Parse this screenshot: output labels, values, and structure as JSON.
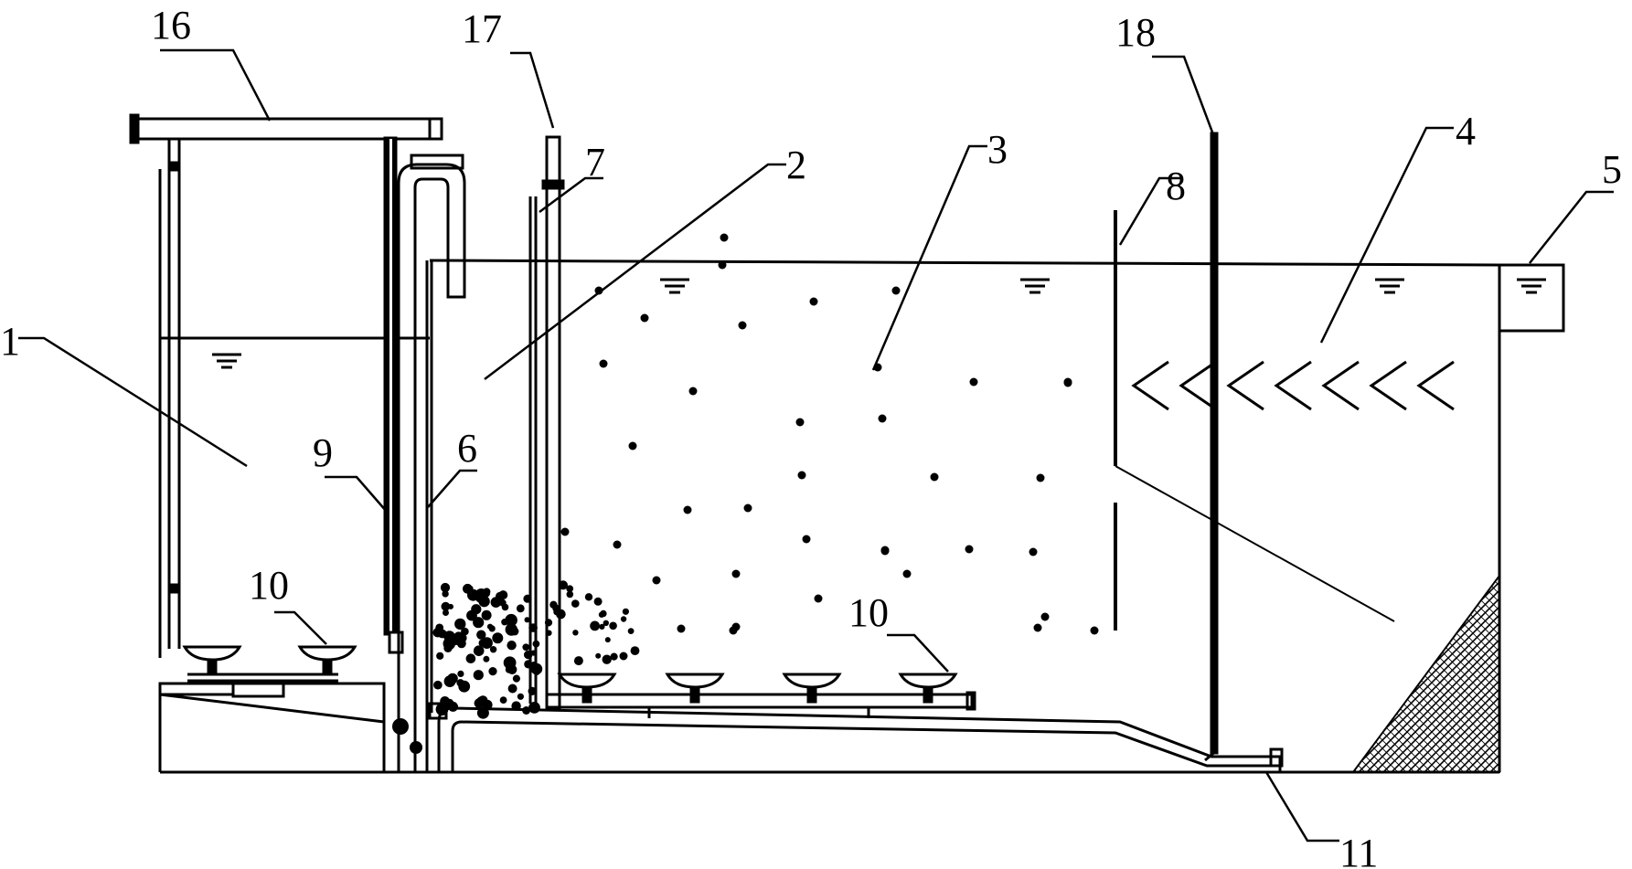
{
  "labels": {
    "l1": "1",
    "l2": "2",
    "l3": "3",
    "l4": "4",
    "l5": "5",
    "l6": "6",
    "l7": "7",
    "l8": "8",
    "l9": "9",
    "l10a": "10",
    "l10b": "10",
    "l11": "11",
    "l16": "16",
    "l17": "17",
    "l18": "18"
  },
  "colors": {
    "ink": "#000000",
    "background": "#ffffff"
  }
}
